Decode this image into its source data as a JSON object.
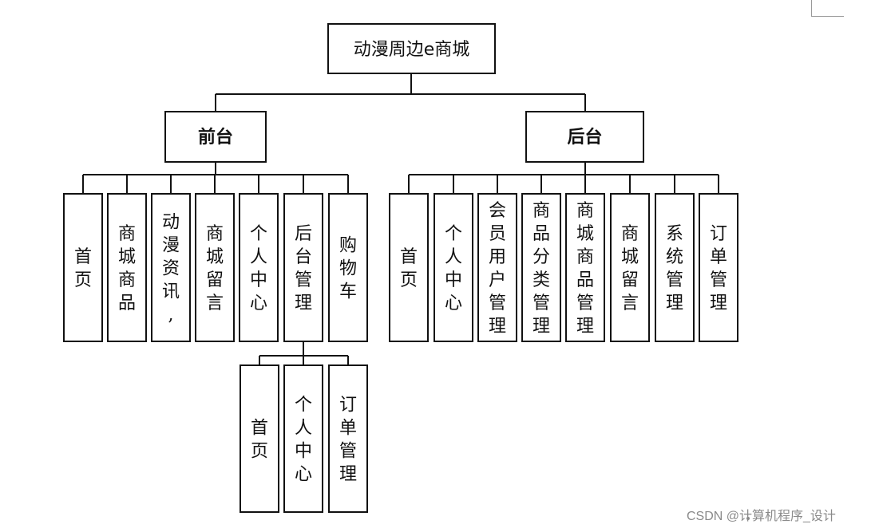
{
  "root": "动漫周边e商城",
  "frontend": {
    "label": "前台",
    "items": [
      "首页",
      "商城商品",
      "动漫资讯,",
      "商城留言",
      "个人中心",
      "后台管理",
      "购物车"
    ],
    "sub_items": [
      "首页",
      "个人中心",
      "订单管理"
    ]
  },
  "backend": {
    "label": "后台",
    "items": [
      "首页",
      "个人中心",
      "会员用户管理",
      "商品分类管理",
      "商城商品管理",
      "商城留言",
      "系统管理",
      "订单管理"
    ]
  },
  "watermark": "CSDN @计算机程序_设计"
}
